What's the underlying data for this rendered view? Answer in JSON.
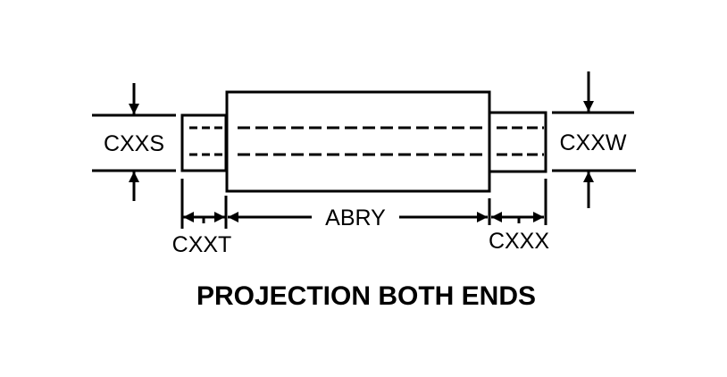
{
  "labels": {
    "left_diameter": "CXXS",
    "right_diameter": "CXXW",
    "left_projection": "CXXT",
    "body_length": "ABRY",
    "right_projection": "CXXX"
  },
  "title": "PROJECTION BOTH ENDS",
  "colors": {
    "line": "#000000",
    "background": "#ffffff"
  }
}
